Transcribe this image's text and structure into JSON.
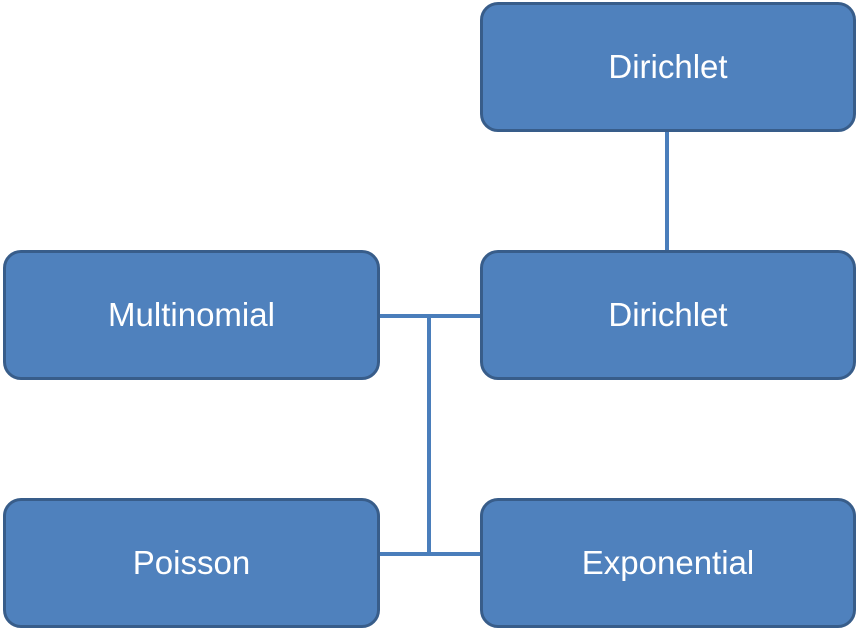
{
  "colors": {
    "node_fill": "#4f81bd",
    "node_border": "#385d8a",
    "connector": "#4a7ebb",
    "label_text": "#ffffff"
  },
  "nodes": {
    "dirichlet_top": {
      "label": "Dirichlet"
    },
    "dirichlet_mid": {
      "label": "Dirichlet"
    },
    "multinomial": {
      "label": "Multinomial"
    },
    "poisson": {
      "label": "Poisson"
    },
    "exponential": {
      "label": "Exponential"
    }
  },
  "edges": [
    {
      "from": "dirichlet_top",
      "to": "dirichlet_mid"
    },
    {
      "from": "multinomial",
      "to": "dirichlet_mid"
    },
    {
      "from": "multinomial",
      "to": "poisson"
    },
    {
      "from": "poisson",
      "to": "exponential"
    }
  ]
}
